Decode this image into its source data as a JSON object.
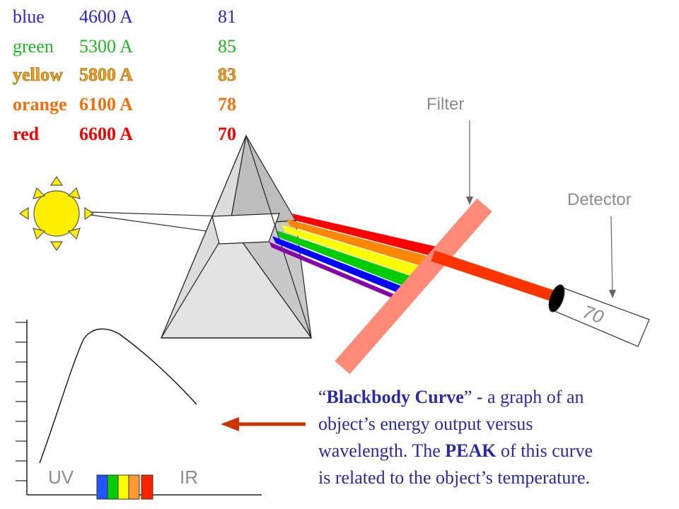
{
  "table": [
    {
      "color_name": "blue",
      "wavelength": "4600 A",
      "value": "81",
      "color": "#2b2bb8",
      "bold": false
    },
    {
      "color_name": "green",
      "wavelength": "5300 A",
      "value": "85",
      "color": "#22b422",
      "bold": false
    },
    {
      "color_name": "yellow",
      "wavelength": "5800 A",
      "value": "83",
      "color": "#f0a020",
      "bold": true
    },
    {
      "color_name": "orange",
      "wavelength": "6100 A",
      "value": "78",
      "color": "#f07010",
      "bold": true
    },
    {
      "color_name": "red",
      "wavelength": "6600 A",
      "value": "70",
      "color": "#ee0000",
      "bold": true
    }
  ],
  "labels": {
    "filter": "Filter",
    "detector": "Detector",
    "detector_reading": "70",
    "uv": "UV",
    "ir": "IR"
  },
  "caption": {
    "line1_q_open": "“",
    "line1_bold": "Blackbody Curve",
    "line1_rest": "” - a graph of an",
    "line2": "object’s energy output versus",
    "line3_a": "wavelength.  The ",
    "line3_bold": "PEAK",
    "line3_b": " of this curve",
    "line4": "is related to the object’s temperature."
  },
  "colors": {
    "caption_text": "#2b2b9a",
    "filter": "#ff8a78",
    "beam": "#ff3300",
    "arrow": "#cc3300",
    "sun": "#ffee00",
    "prism": "#d9d9d9",
    "spectrum": [
      "#ff0000",
      "#ff8800",
      "#ffff00",
      "#00cc00",
      "#0000ff",
      "#8800aa"
    ],
    "strip": [
      "#2255ff",
      "#00cc00",
      "#ffff00",
      "#ff9933",
      "#ff2200"
    ]
  },
  "icons": [
    "sun-icon",
    "prism-icon",
    "filter-icon",
    "detector-icon",
    "arrow-icon"
  ]
}
